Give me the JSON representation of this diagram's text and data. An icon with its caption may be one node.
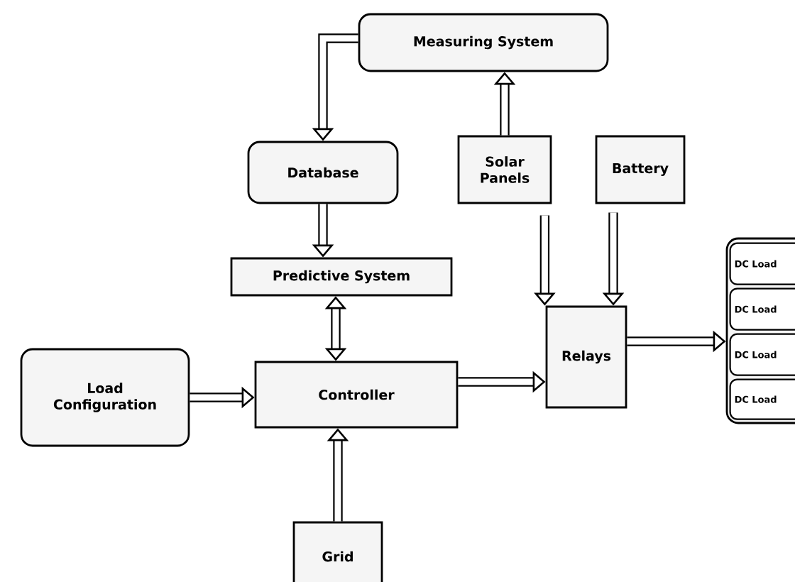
{
  "diagram": {
    "nodes": [
      {
        "text": [
          "Measuring System"
        ]
      },
      {
        "text": [
          "Database"
        ]
      },
      {
        "text": [
          "Solar Panels"
        ]
      },
      {
        "text": [
          "Battery"
        ]
      },
      {
        "text": [
          "Predictive System"
        ]
      },
      {
        "text": [
          "Load Configuration"
        ]
      },
      {
        "text": [
          "Controller"
        ]
      },
      {
        "text": [
          "Relays"
        ]
      },
      {
        "text": [],
        "shape": "box"
      },
      {
        "text": [
          "DC Load"
        ],
        "in": 8
      },
      {
        "text": [
          "DC Load"
        ],
        "in": 8
      },
      {
        "text": [
          "DC Load"
        ],
        "in": 8
      },
      {
        "text": [
          "DC Load"
        ],
        "in": 8
      },
      {
        "text": [
          "Grid"
        ]
      }
    ],
    "edges": [
      {
        "from": 0,
        "to": 1,
        "arrow": "to"
      },
      {
        "from": 2,
        "to": 0,
        "arrow": "to"
      },
      {
        "from": 1,
        "to": 4,
        "arrow": "to"
      },
      {
        "from": 4,
        "to": 6,
        "arrow": "both"
      },
      {
        "from": 5,
        "to": 6,
        "arrow": "to"
      },
      {
        "from": 13,
        "to": 6,
        "arrow": "to"
      },
      {
        "from": 6,
        "to": 7,
        "arrow": "to"
      },
      {
        "from": 2,
        "to": 7,
        "arrow": "to"
      },
      {
        "from": 3,
        "to": 7,
        "arrow": "to"
      },
      {
        "from": 7,
        "to": 8,
        "arrow": "to"
      }
    ]
  }
}
